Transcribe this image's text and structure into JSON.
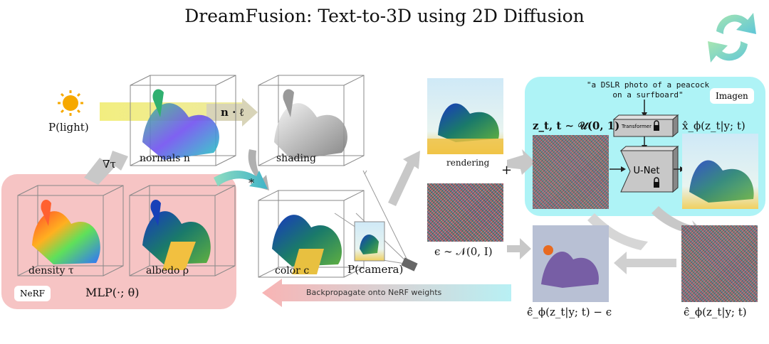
{
  "title": "DreamFusion: Text-to-3D using 2D Diffusion",
  "light_label": "P(light)",
  "normals_label": "normals n",
  "shading_label": "shading",
  "dot_product": "n · ℓ",
  "grad_label": "∇τ",
  "star_symbol": "*",
  "density_label": "density τ",
  "albedo_label": "albedo ρ",
  "color_label": "color c",
  "camera_label": "P(camera)",
  "nerf_tag": "NeRF",
  "mlp_label": "MLP(·; θ)",
  "rendering_label": "rendering",
  "plus_symbol": "+",
  "noise_label": "ϵ ∼ 𝒩(0, I)",
  "prompt_text": "\"a DSLR photo of a peacock\non a surfboard\"",
  "imagen_tag": "Imagen",
  "zt_label": "z_t, t ∼ 𝒰(0, 1)",
  "transformer_label": "Transformer",
  "unet_label": "U-Net",
  "xhat_label": "x̂_ϕ(z_t|y; t)",
  "epshat_label": "ϵ̂_ϕ(z_t|y; t)",
  "residual_label": "ϵ̂_ϕ(z_t|y; t) − ϵ",
  "backprop_label": "Backpropagate onto NeRF weights",
  "colors": {
    "nerf_panel": "#f6c4c4",
    "imagen_panel": "#aef3f6",
    "arrow_gray": "#c8c8c8",
    "light_beam": "#f0ec8c"
  }
}
